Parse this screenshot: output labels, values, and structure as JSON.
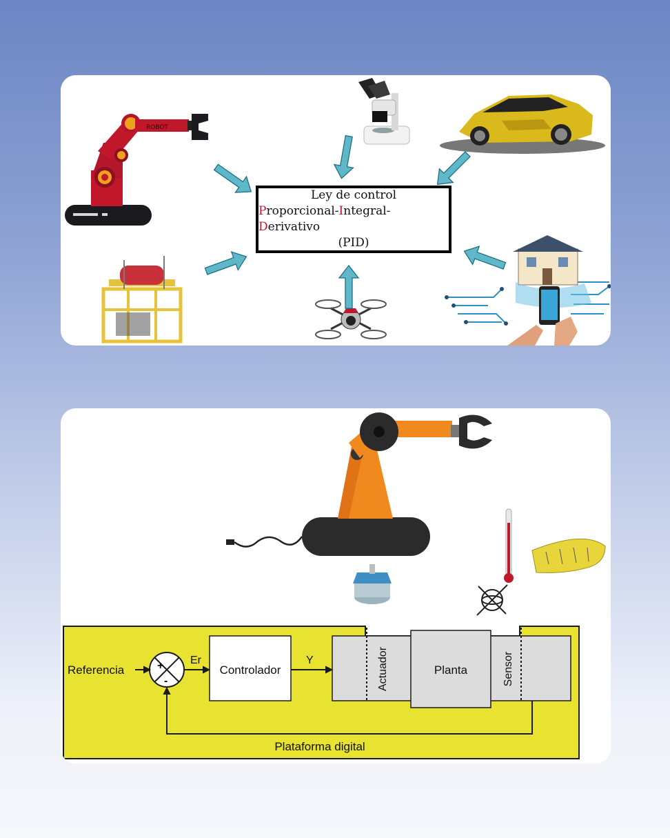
{
  "top_panel": {
    "pid_box": {
      "line1": "Ley de control",
      "line2_parts": [
        {
          "hl": "P",
          "rest": "roporcional-"
        },
        {
          "hl": "I",
          "rest": "ntegral-"
        },
        {
          "hl": "D",
          "rest": "erivativo"
        }
      ],
      "line3": "(PID)"
    },
    "robot_arm_label": "ROBOT",
    "icons": [
      "robot-arm-icon",
      "microscope-icon",
      "sports-car-icon",
      "industrial-tank-icon",
      "drone-icon",
      "smart-home-icon"
    ],
    "arrow_color": "#5fb8c8",
    "highlight_color": "#c0182a"
  },
  "bottom_panel": {
    "icons": [
      "orange-robot-arm-icon",
      "power-cable-icon",
      "stepper-motor-icon",
      "thermometer-icon",
      "tape-measure-icon",
      "gyroscope-icon"
    ],
    "block_diagram": {
      "platform_color": "#e8e231",
      "input_label": "Referencia",
      "sum_plus": "+",
      "sum_minus": "-",
      "error_label": "Er",
      "controller_label": "Controlador",
      "output_label": "Y",
      "actuator_label": "Actuador",
      "plant_label": "Planta",
      "sensor_label": "Sensor",
      "platform_label": "Plataforma digital"
    }
  }
}
